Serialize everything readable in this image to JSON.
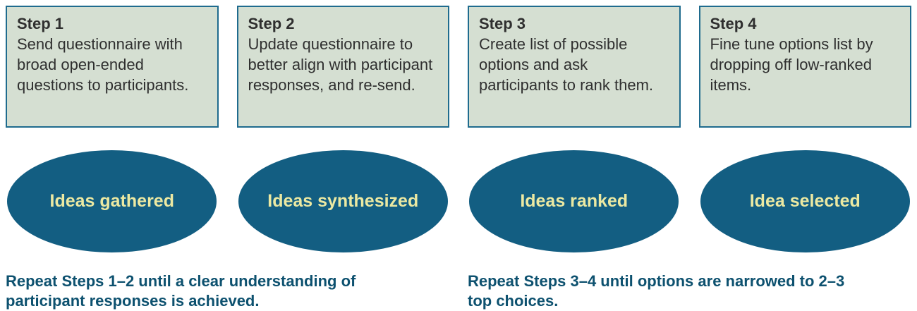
{
  "steps": [
    {
      "title": "Step 1",
      "description": "Send questionnaire with broad open-ended questions to participants."
    },
    {
      "title": "Step 2",
      "description": "Update questionnaire to better align with participant responses, and re-send."
    },
    {
      "title": "Step 3",
      "description": "Create list of possible options and ask participants to rank them."
    },
    {
      "title": "Step 4",
      "description": "Fine tune options list by dropping off low-ranked items."
    }
  ],
  "outcomes": [
    {
      "label": "Ideas gathered"
    },
    {
      "label": "Ideas synthesized"
    },
    {
      "label": "Ideas ranked"
    },
    {
      "label": "Idea selected"
    }
  ],
  "captions": [
    {
      "text": "Repeat Steps 1–2 until a clear understanding of participant responses is achieved."
    },
    {
      "text": "Repeat Steps 3–4 until options are narrowed to 2–3 top choices."
    }
  ],
  "colors": {
    "box-fill": "#d5dfd2",
    "box-border": "#1f6b8e",
    "box-text": "#2f2f2f",
    "ellipse-fill": "#135e82",
    "ellipse-text": "#ece9a2",
    "caption-text": "#0d516f",
    "page-bg": "#ffffff"
  }
}
